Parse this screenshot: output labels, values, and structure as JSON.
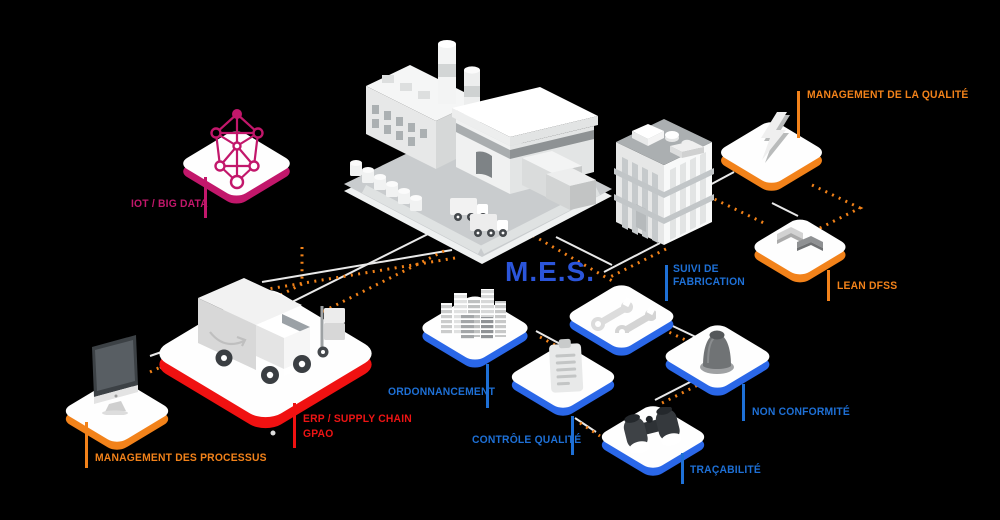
{
  "diagram": {
    "center_label": "M.E.S.",
    "colors": {
      "orange": "#F2821A",
      "blue_tile_edge": "#2A67E8",
      "blue_label": "#1E70D6",
      "red": "#F01111",
      "magenta": "#C2176B",
      "mes_blue": "#2B55DA",
      "connector_gray": "#E9E9E9",
      "dotted_orange": "#F28218"
    },
    "nodes": [
      {
        "id": "iot-big-data",
        "label": "IOT / BIG DATA",
        "color": "#C2176B",
        "icon": "network-graph-icon"
      },
      {
        "id": "management-qualite",
        "label": "MANAGEMENT DE LA QUALITÉ",
        "color": "#F2821A",
        "icon": "lightning-icon"
      },
      {
        "id": "lean-dfss",
        "label": "LEAN DFSS",
        "color": "#F2821A",
        "icon": "lean-blocks-icon"
      },
      {
        "id": "suivi-fabrication",
        "label": "SUIVI DE FABRICATION",
        "line1": "SUIVI DE",
        "line2": "FABRICATION",
        "color": "#1E70D6",
        "icon": "wrenches-icon"
      },
      {
        "id": "non-conformite",
        "label": "NON CONFORMITÉ",
        "color": "#1E70D6",
        "icon": "alarm-cone-icon"
      },
      {
        "id": "tracabilite",
        "label": "TRAÇABILITÉ",
        "color": "#1E70D6",
        "icon": "binoculars-icon"
      },
      {
        "id": "controle-qualite",
        "label": "CONTRÔLE QUALITÉ",
        "color": "#1E70D6",
        "icon": "clipboard-icon"
      },
      {
        "id": "ordonnancement",
        "label": "ORDONNANCEMENT",
        "color": "#1E70D6",
        "icon": "city-towers-icon"
      },
      {
        "id": "erp-supply-chain",
        "label": "ERP / SUPPLY CHAIN GPAO",
        "line1": "ERP / SUPPLY CHAIN",
        "line2": "GPAO",
        "color": "#ED1414",
        "icon": "delivery-truck-icon"
      },
      {
        "id": "management-processus",
        "label": "MANAGEMENT DES PROCESSUS",
        "color": "#F2821A",
        "icon": "desktop-monitor-icon"
      }
    ],
    "illustrations": [
      {
        "id": "factory",
        "name": "factory-illustration"
      },
      {
        "id": "office-building",
        "name": "office-building-illustration"
      }
    ]
  }
}
